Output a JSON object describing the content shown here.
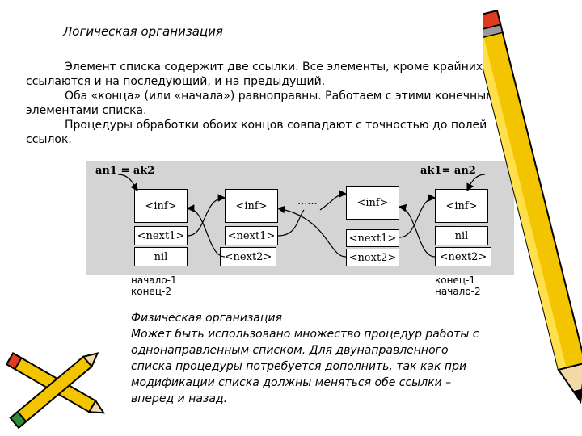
{
  "logical": {
    "title": "Логическая организация",
    "paragraphs": [
      "Элемент списка содержит две ссылки. Все элементы, кроме крайних, ссылаются и на последующий, и на предыдущий.",
      "Оба «конца» (или «начала») равноправны. Работаем с этими конечными элементами списка.",
      "Процедуры обработки обоих концов совпадают с точностью до полей ссылок."
    ]
  },
  "diagram": {
    "left_label": "an1 = ak2",
    "right_label": "ak1= an2",
    "ellipsis": "......",
    "nodes": [
      {
        "top": "<inf>",
        "mid": "<next1>",
        "bot": "nil"
      },
      {
        "top": "<inf>",
        "mid": "<next1>",
        "bot": "<next2>"
      },
      {
        "top": "<inf>",
        "mid": "<next1>",
        "bot": "<next2>"
      },
      {
        "top": "<inf>",
        "mid": "nil",
        "bot": "<next2>"
      }
    ],
    "left_note": [
      "начало-1",
      "конец-2"
    ],
    "right_note": [
      "конец-1",
      "начало-2"
    ]
  },
  "physical": {
    "lines": [
      "Физическая организация",
      "Может быть использовано множество процедур работы с",
      "однонаправленным списком. Для двунаправленного",
      "списка процедуры потребуется дополнить, так как при",
      "модификации списка должны меняться обе ссылки –",
      "вперед и назад."
    ]
  },
  "colors": {
    "pencil_yellow": "#f2c500",
    "pencil_red": "#e03b1f",
    "diagram_bg": "#d4d4d4"
  }
}
